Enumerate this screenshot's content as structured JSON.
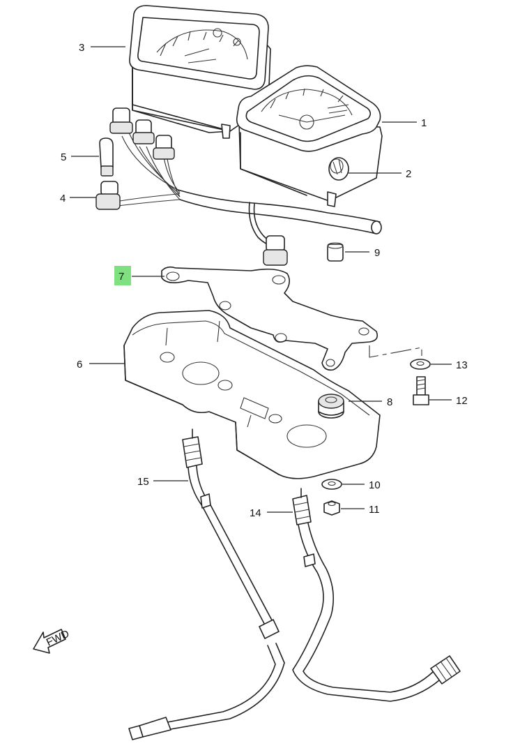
{
  "diagram": {
    "highlighted_callout": "7",
    "highlight_color": "#7ee07e",
    "fwd_label": "FWD",
    "callouts": [
      {
        "id": "1",
        "label": "1"
      },
      {
        "id": "2",
        "label": "2"
      },
      {
        "id": "3",
        "label": "3"
      },
      {
        "id": "4",
        "label": "4"
      },
      {
        "id": "5",
        "label": "5"
      },
      {
        "id": "6",
        "label": "6"
      },
      {
        "id": "7",
        "label": "7"
      },
      {
        "id": "8",
        "label": "8"
      },
      {
        "id": "9",
        "label": "9"
      },
      {
        "id": "10",
        "label": "10"
      },
      {
        "id": "11",
        "label": "11"
      },
      {
        "id": "12",
        "label": "12"
      },
      {
        "id": "13",
        "label": "13"
      },
      {
        "id": "14",
        "label": "14"
      },
      {
        "id": "15",
        "label": "15"
      }
    ]
  }
}
